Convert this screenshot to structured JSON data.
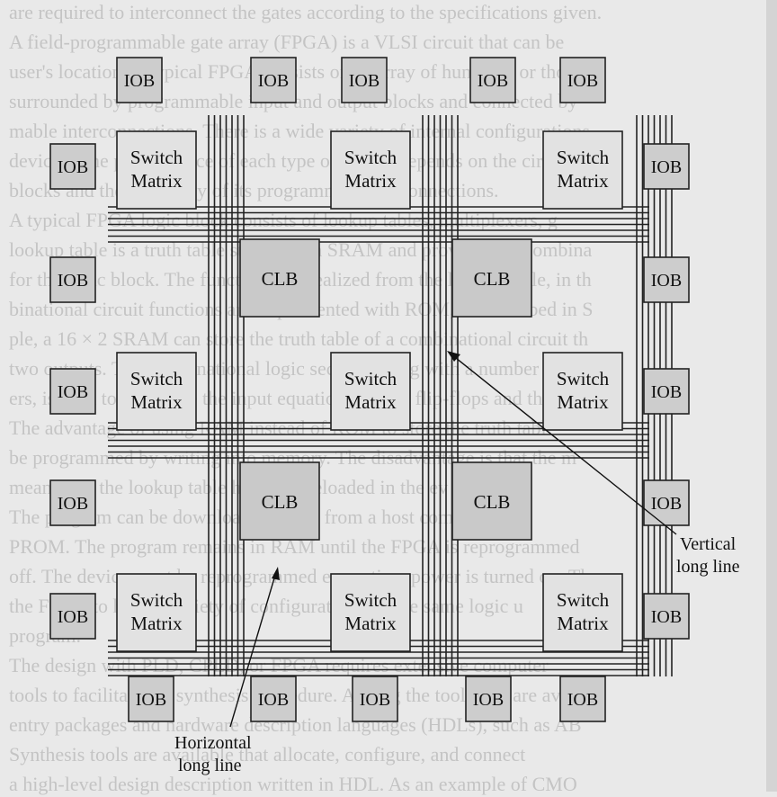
{
  "background_text": [
    "are required to interconnect the gates according to the specifications given.",
    "A field-programmable gate array (FPGA) is a VLSI circuit that can be",
    "user's location. A typical FPGA consists of an array of hundreds or thou",
    "surrounded by programmable input and output blocks and connected by",
    "mable interconnections. There is a wide variety of internal configurations",
    "devices. The performance of each type of device depends on the circuit",
    "blocks and the efficiency of its programmed interconnections.",
    "A typical FPGA logic block consists of lookup tables, multiplexers, g",
    "lookup table is a truth table stored in an SRAM and provides the combina",
    "for the logic block. The functions are realized from the lookup table, in th",
    "binational circuit functions are implemented with ROM, as described in S",
    "ple, a 16 × 2 SRAM can store the truth table of a combinational circuit th",
    "two outputs. The combinational logic section, along with a number of prog",
    "ers, is used to configure the input equations for the flip-flops and the outpu",
    "The advantage of using RAM instead of ROM to store the truth tabl",
    "be programmed by writing into memory. The disadvantage is that the m",
    "means that the lookup table has to be reloaded in the ev",
    "The program can be downloaded either from a host computer",
    "PROM. The program remains in RAM until the FPGA is reprogrammed",
    "off. The device must be reprogrammed every time power is turned on. Th",
    "the FPGA to have a variety of configurations on the same logic u",
    "program.",
    "The design with PLD, CPLD, or FPGA requires extensive computer",
    "tools to facilitate the synthesis procedure. Among the tools that are av",
    "entry packages and hardware description languages (HDLs), such as AB",
    "Synthesis tools are available that allocate, configure, and connect",
    "a high-level design description written in HDL. As an example of CMO"
  ],
  "labels": {
    "iob": "IOB",
    "clb": "CLB",
    "switch_line1": "Switch",
    "switch_line2": "Matrix"
  },
  "callouts": {
    "vertical_line1": "Vertical",
    "vertical_line2": "long line",
    "horizontal_line1": "Horizontal",
    "horizontal_line2": "long line"
  },
  "colors": {
    "switch_fill": "#e2e2e2",
    "clb_fill": "#c9c9c9",
    "iob_fill": "#cdcdcd",
    "line": "#222222"
  }
}
